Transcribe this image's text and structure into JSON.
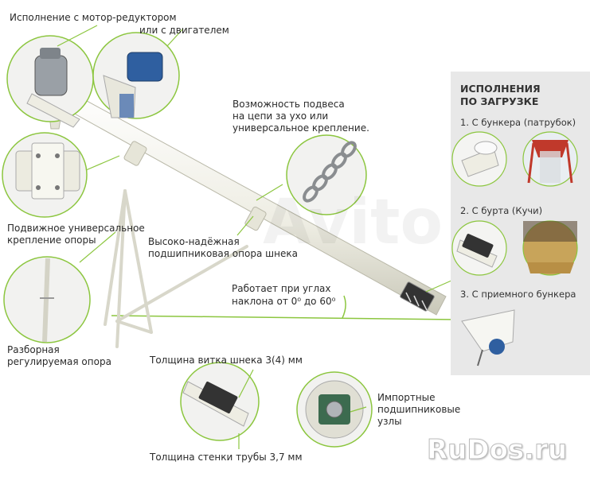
{
  "labels": {
    "motor_line1": "Исполнение с мотор-редуктором",
    "motor_line2": "или с двигателем",
    "hang_line1": "Возможность подвеса",
    "hang_line2": "на цепи за ухо или",
    "hang_line3": "универсальное крепление.",
    "mount_line1": "Подвижное универсальное",
    "mount_line2": "крепление опоры",
    "bearing_line1": "Высоко-надёжная",
    "bearing_line2": "подшипниковая опора шнека",
    "angle_line1": "Работает при углах",
    "angle_line2": "наклона от 0⁰ до 60⁰",
    "support_line1": "Разборная",
    "support_line2": "регулируемая опора",
    "flight_thickness": "Толщина витка шнека 3(4) мм",
    "imported_line1": "Импортные",
    "imported_line2": "подшипниковые",
    "imported_line3": "узлы",
    "wall_thickness": "Толщина стенки трубы 3,7 мм"
  },
  "panel": {
    "title_line1": "ИСПОЛНЕНИЯ",
    "title_line2": "ПО ЗАГРУЗКЕ",
    "item1": "1. С бункера (патрубок)",
    "item2": "2. С бурта (Кучи)",
    "item3": "3. С приемного бункера"
  },
  "watermarks": {
    "avito": "Avito",
    "rudos": "RuDos.ru"
  },
  "colors": {
    "accent_green": "#8cc63f",
    "tube": "#f1f0e6",
    "tube_edge": "#b9b8a8",
    "panel_bg": "#e8e8e8"
  }
}
